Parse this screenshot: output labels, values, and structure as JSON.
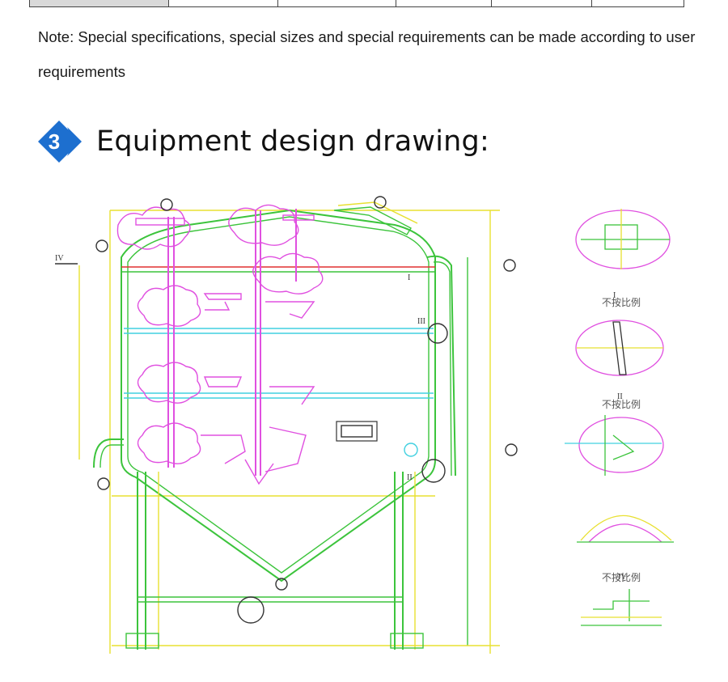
{
  "note": {
    "text": "Note: Special specifications, special sizes and special requirements can be made according to user requirements"
  },
  "section": {
    "number": "3",
    "title": "Equipment design drawing:",
    "badge_color": "#1d6fcf"
  },
  "drawing": {
    "detail_labels": [
      "I",
      "II",
      "III",
      "IV"
    ],
    "view_label_I": "IV",
    "scale_note": "不按比例",
    "colors": {
      "yellow": "#e8e030",
      "green": "#3cc43c",
      "magenta": "#e050e0",
      "cyan": "#40d0e0",
      "red": "#e03030"
    }
  }
}
